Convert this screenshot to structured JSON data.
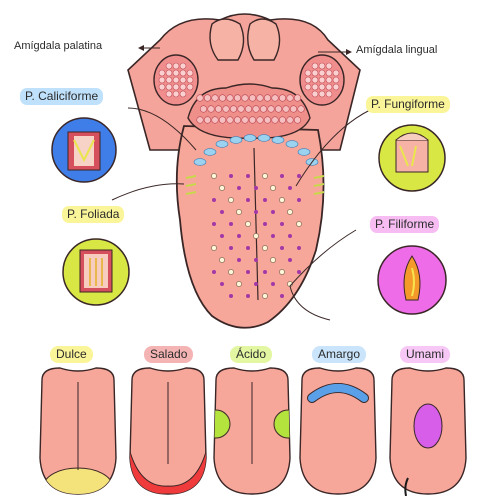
{
  "labels": {
    "palatine_tonsil": "Amígdala palatina",
    "lingual_tonsil": "Amígdala lingual",
    "circumvallate": "P. Caliciforme",
    "fungiform": "P. Fungiforme",
    "foliate": "P. Foliada",
    "filiform": "P. Filiforme"
  },
  "tastes": [
    {
      "label": "Dulce",
      "color": "#f4e27a",
      "region": "tip"
    },
    {
      "label": "Salado",
      "color": "#ef3b3b",
      "region": "sides-front"
    },
    {
      "label": "Ácido",
      "color": "#b4e33e",
      "region": "sides-middle"
    },
    {
      "label": "Amargo",
      "color": "#5aa0e8",
      "region": "back"
    },
    {
      "label": "Umami",
      "color": "#d65ee8",
      "region": "center"
    }
  ],
  "colors": {
    "tongue": "#f7a79a",
    "tongue_outline": "#3a2626",
    "tonsil": "#f08d8d",
    "circumvallate_dots": "#9ad2ef",
    "dot_purple": "#a238a8",
    "blue_highlight": "#bfe1fb",
    "yellow_highlight": "#fbf59a",
    "pink_highlight": "#f7bdf2",
    "blue_circle": "#3f7ee8",
    "yellow_circle": "#d8e744",
    "pink_circle": "#ef6ce8"
  }
}
